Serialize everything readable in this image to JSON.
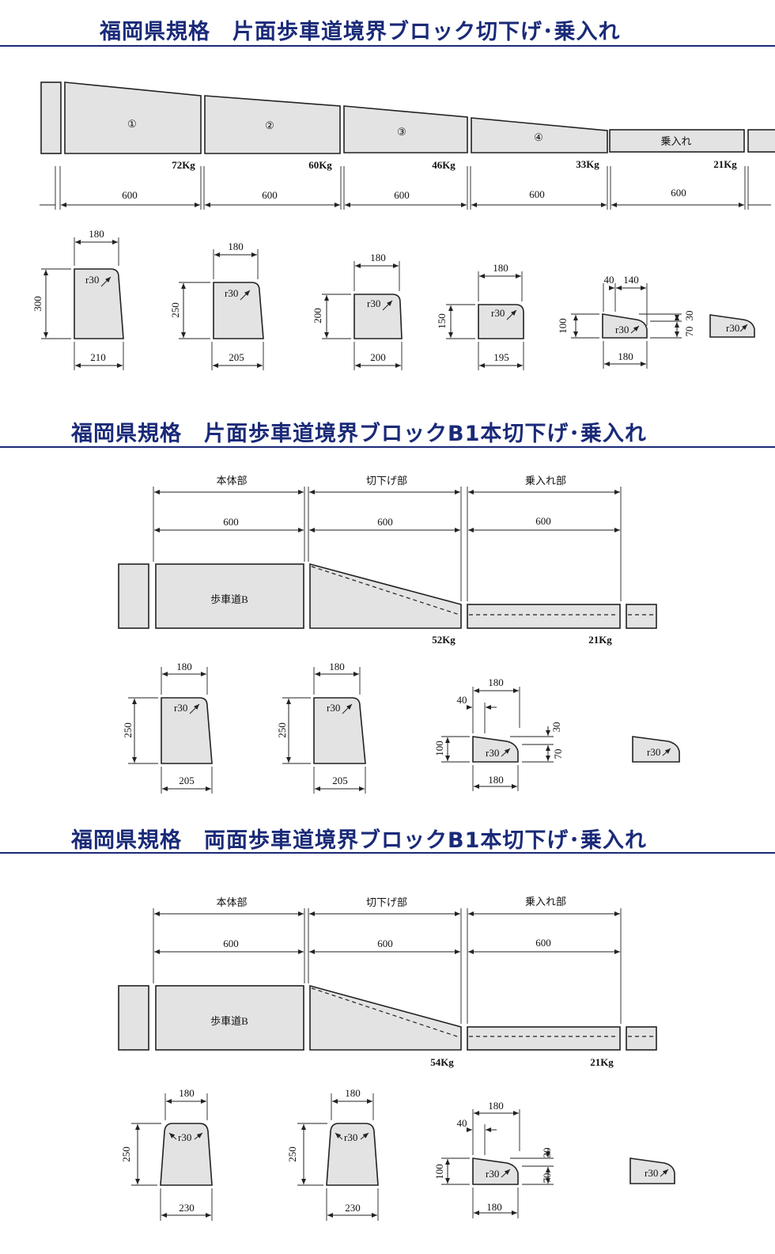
{
  "sections": [
    {
      "title": "福岡県規格　片面歩車道境界ブロック切下げ･乗入れ"
    },
    {
      "title": "福岡県規格　片面歩車道境界ブロックB1本切下げ･乗入れ"
    },
    {
      "title": "福岡県規格　両面歩車道境界ブロックB1本切下げ･乗入れ"
    }
  ],
  "s1": {
    "blocks": [
      "①",
      "②",
      "③",
      "④",
      "乗入れ"
    ],
    "weights": [
      "72Kg",
      "60Kg",
      "46Kg",
      "33Kg",
      "21Kg"
    ],
    "lengths": [
      "600",
      "600",
      "600",
      "600",
      "600"
    ],
    "radius": "r30",
    "xs1": {
      "top": "180",
      "height": "300",
      "bottom": "210"
    },
    "xs2": {
      "top": "180",
      "height": "250",
      "bottom": "205"
    },
    "xs3": {
      "top": "180",
      "height": "200",
      "bottom": "200"
    },
    "xs4": {
      "top": "180",
      "height": "150",
      "bottom": "195"
    },
    "xs5": {
      "a": "40",
      "b": "140",
      "height": "100",
      "h1": "70",
      "h2": "30",
      "bottom": "180"
    }
  },
  "s2": {
    "parts": [
      "本体部",
      "切下げ部",
      "乗入れ部"
    ],
    "lengths": [
      "600",
      "600",
      "600"
    ],
    "body_label": "歩車道B",
    "weights": [
      "52Kg",
      "21Kg"
    ],
    "radius": "r30",
    "xsA": {
      "top": "180",
      "height": "250",
      "bottom": "205"
    },
    "xsB": {
      "top": "180",
      "height": "250",
      "bottom": "205"
    },
    "xsC": {
      "top": "180",
      "a": "40",
      "height": "100",
      "h1": "70",
      "h2": "30",
      "bottom": "180"
    }
  },
  "s3": {
    "parts": [
      "本体部",
      "切下げ部",
      "乗入れ部"
    ],
    "lengths": [
      "600",
      "600",
      "600"
    ],
    "body_label": "歩車道B",
    "weights": [
      "54Kg",
      "21Kg"
    ],
    "radius": "r30",
    "xsA": {
      "top": "180",
      "height": "250",
      "bottom": "230"
    },
    "xsB": {
      "top": "180",
      "height": "250",
      "bottom": "230"
    },
    "xsC": {
      "top": "180",
      "a": "40",
      "height": "100",
      "h1": "70",
      "h2": "30",
      "bottom": "180"
    }
  },
  "colors": {
    "title": "#1a2a78",
    "block_fill": "#e3e3e3",
    "line": "#222222"
  }
}
